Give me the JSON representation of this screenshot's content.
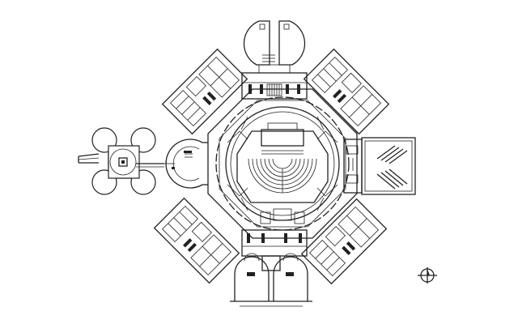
{
  "drawing": {
    "type": "architectural-floor-plan",
    "layout": "octagonal-centralized-plan",
    "central_hall": "auditorium-with-curved-seating-rows",
    "diagonal_wings": 4,
    "semicircular_pavilions": 2,
    "west_cluster": "four-lobed-pavilion-with-entry-ramp",
    "east_annex": "rectangular-hall-with-stepped-seating",
    "symbols": [
      "north-arrow-icon"
    ],
    "ink_color": "#222222",
    "background": "#ffffff"
  }
}
